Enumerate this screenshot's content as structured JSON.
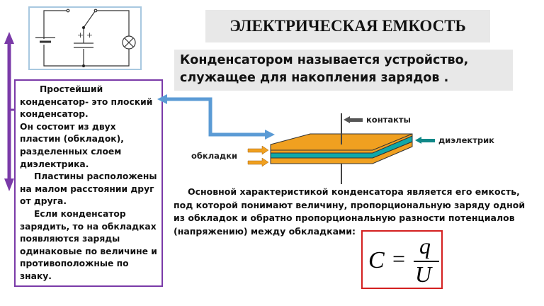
{
  "title": "ЭЛЕКТРИЧЕСКАЯ ЕМКОСТЬ",
  "definition": [
    "Конденсатором называется устройство,",
    "служащее для накопления зарядов ."
  ],
  "left_text": [
    "Простейший конденсатор- это плоский конденсатор.",
    "Он состоит из двух пластин (обкладок), разделенных слоем диэлектрика.",
    "Пластины расположены на малом расстоянии друг от друга.",
    "Если конденсатор зарядить, то на обкладках появляются заряды одинаковые по величине и противоположные по знаку."
  ],
  "diagram_labels": {
    "contacts": "контакты",
    "dielectric": "диэлектрик",
    "plates": "обкладки"
  },
  "paragraph": "Основной характеристикой конденсатора является его емкость, под которой понимают величину, пропорциональную заряду одной из обкладок и обратно пропорциональную  разности потенциалов (напряжению) между обкладками:",
  "formula": {
    "lhs": "C",
    "eq": "=",
    "num": "q",
    "den": "U"
  },
  "colors": {
    "plate": "#f0a020",
    "dielectric": "#10a8a8",
    "purple": "#7a3aa8",
    "blue": "#5b9bd5",
    "red": "#d42020"
  }
}
